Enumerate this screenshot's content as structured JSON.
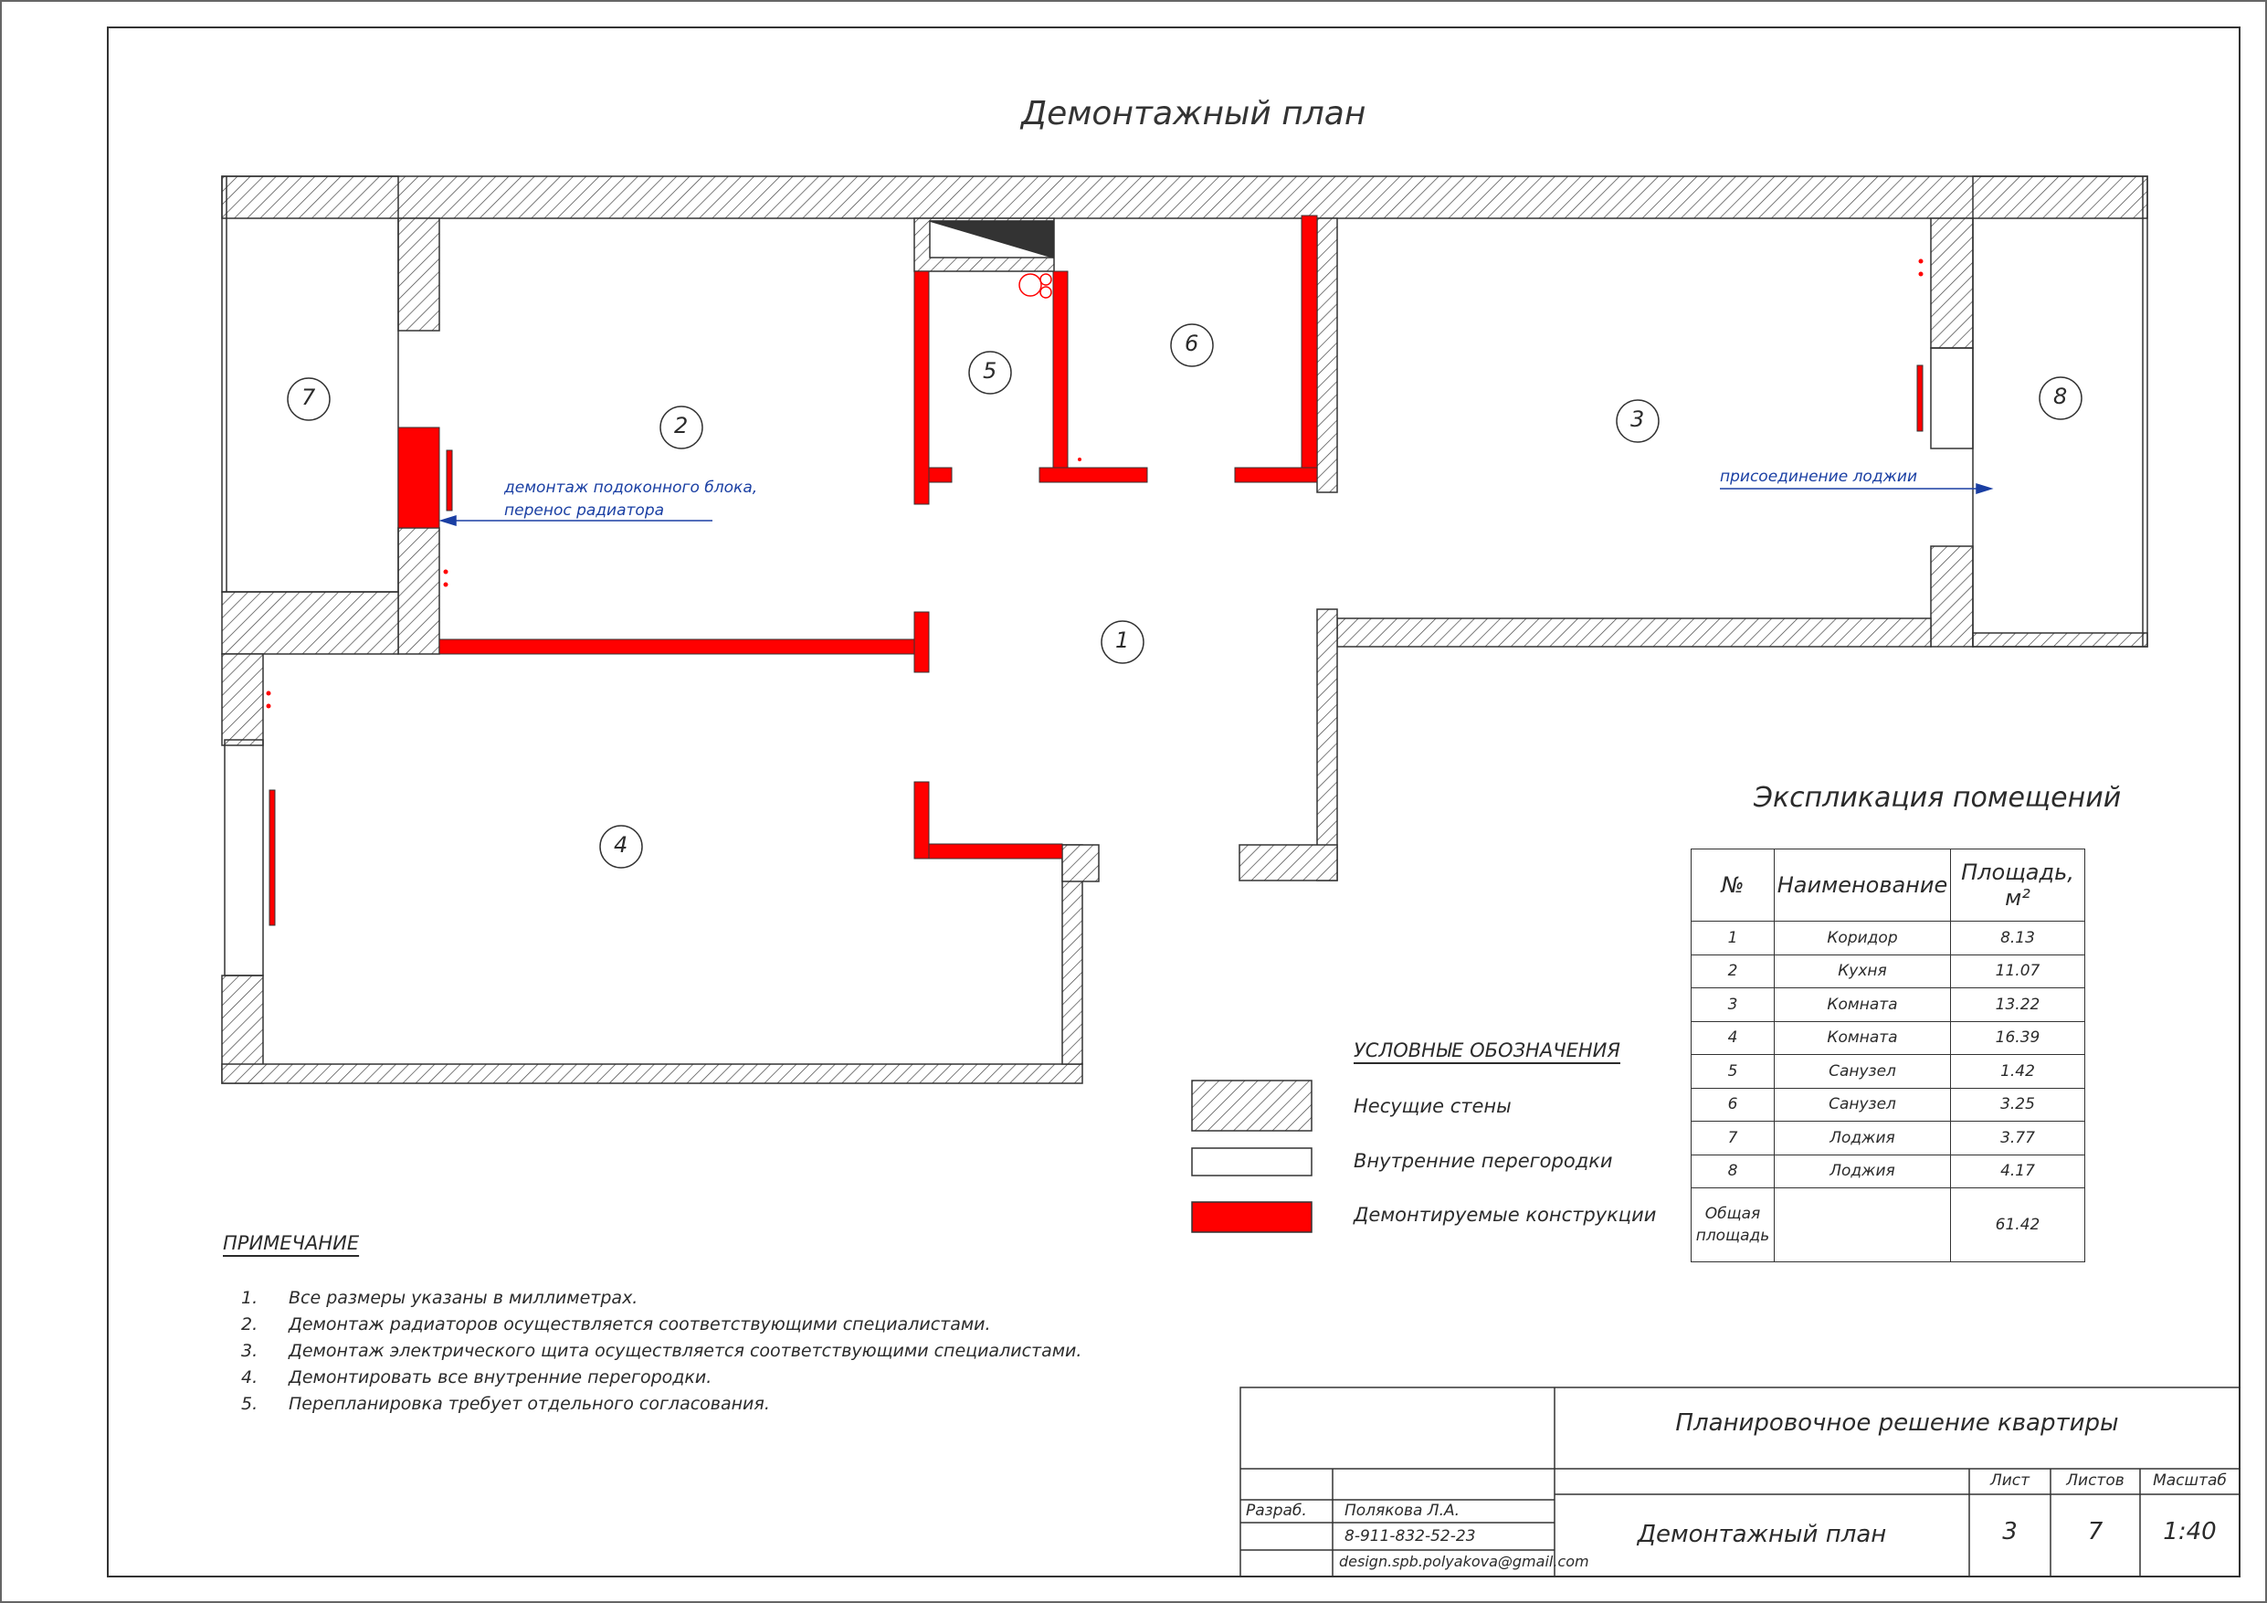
{
  "title": "Демонтажный план",
  "rooms": [
    {
      "id": "1"
    },
    {
      "id": "2"
    },
    {
      "id": "3"
    },
    {
      "id": "4"
    },
    {
      "id": "5"
    },
    {
      "id": "6"
    },
    {
      "id": "7"
    },
    {
      "id": "8"
    }
  ],
  "annotations": {
    "sill_line1": "демонтаж подоконного блока,",
    "sill_line2": "перенос радиатора",
    "loggia": "присоединение лоджии"
  },
  "legend": {
    "title": "УСЛОВНЫЕ ОБОЗНАЧЕНИЯ",
    "items": [
      {
        "label": "Несущие стены",
        "pattern": "hatch"
      },
      {
        "label": "Внутренние перегородки",
        "pattern": "empty"
      },
      {
        "label": "Демонтируемые конструкции",
        "pattern": "solid",
        "color": "#ff0000"
      }
    ]
  },
  "notes": {
    "title": "ПРИМЕЧАНИЕ",
    "items": [
      {
        "num": "1.",
        "text": "Все размеры указаны в миллиметрах."
      },
      {
        "num": "2.",
        "text": "Демонтаж радиаторов осуществляется соответствующими специалистами."
      },
      {
        "num": "3.",
        "text": "Демонтаж электрического щита осуществляется соответствующими специалистами."
      },
      {
        "num": "4.",
        "text": "Демонтировать все внутренние перегородки."
      },
      {
        "num": "5.",
        "text": "Перепланировка требует отдельного согласования."
      }
    ]
  },
  "explication": {
    "title": "Экспликация помещений",
    "headers": {
      "num": "№",
      "name": "Наименование",
      "area_line1": "Площадь,",
      "area_line2": "м²"
    },
    "rows": [
      {
        "num": "1",
        "name": "Коридор",
        "area": "8.13"
      },
      {
        "num": "2",
        "name": "Кухня",
        "area": "11.07"
      },
      {
        "num": "3",
        "name": "Комната",
        "area": "13.22"
      },
      {
        "num": "4",
        "name": "Комната",
        "area": "16.39"
      },
      {
        "num": "5",
        "name": "Санузел",
        "area": "1.42"
      },
      {
        "num": "6",
        "name": "Санузел",
        "area": "3.25"
      },
      {
        "num": "7",
        "name": "Лоджия",
        "area": "3.77"
      },
      {
        "num": "8",
        "name": "Лоджия",
        "area": "4.17"
      }
    ],
    "total": {
      "label_line1": "Общая",
      "label_line2": "площадь",
      "area": "61.42"
    }
  },
  "stamp": {
    "project": "Планировочное решение квартиры",
    "sheet_name": "Демонтажный план",
    "sheet_label": "Лист",
    "sheets_label": "Листов",
    "scale_label": "Масштаб",
    "sheet": "3",
    "sheets": "7",
    "scale": "1:40",
    "role": "Разраб.",
    "author": "Полякова Л.А.",
    "phone": "8-911-832-52-23",
    "email": "design.spb.polyakova@gmail.com"
  },
  "colors": {
    "demolish": "#ff0000",
    "line": "#333333",
    "annotation": "#1a3fa3"
  }
}
